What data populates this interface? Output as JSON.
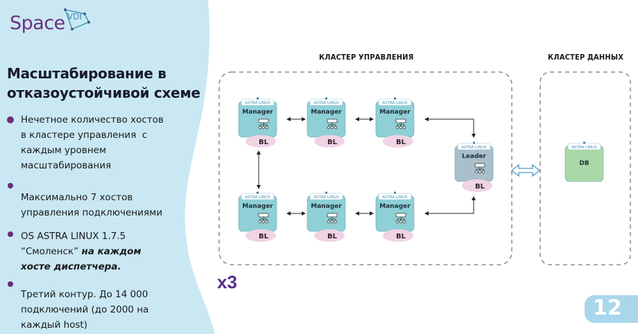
{
  "logo": {
    "brand": "Space",
    "suffix": "VDI"
  },
  "slide": {
    "title_line1": "Масштабирование в",
    "title_line2": "отказоустойчивой схеме",
    "page_number": "12",
    "multiplier": "x3"
  },
  "bullets": [
    {
      "lines": [
        "Нечетное количество хостов",
        "в кластере управления  с",
        "каждым уровнем",
        "масштабирования"
      ]
    },
    {
      "lines": [
        "Максимально 7 хостов",
        "управления подключениями"
      ]
    },
    {
      "line1": "OS ASTRA LINUX 1.7.5",
      "line2_plain": "“Смоленск” ",
      "line2_em": "на каждом",
      "line3_em": "хосте диспетчера."
    },
    {
      "lines": [
        "Третий контур. До 14 000",
        "подключений (до 2000 на",
        "каждый host)"
      ]
    }
  ],
  "diagram": {
    "management_cluster_label": "КЛАСТЕР УПРАВЛЕНИЯ",
    "data_cluster_label": "КЛАСТЕР ДАННЫХ",
    "os_badge": "ASTRA LINUX",
    "manager_label": "Manager",
    "leader_label": "Leader",
    "db_label": "DB",
    "balancer_label": "BL",
    "colors": {
      "manager": "#8fcfd6",
      "leader": "#a9bfcc",
      "db": "#a8d8a8",
      "balancer": "#f0d4e4",
      "accent": "#6b2d7d",
      "panel": "#c9e8f3"
    }
  }
}
